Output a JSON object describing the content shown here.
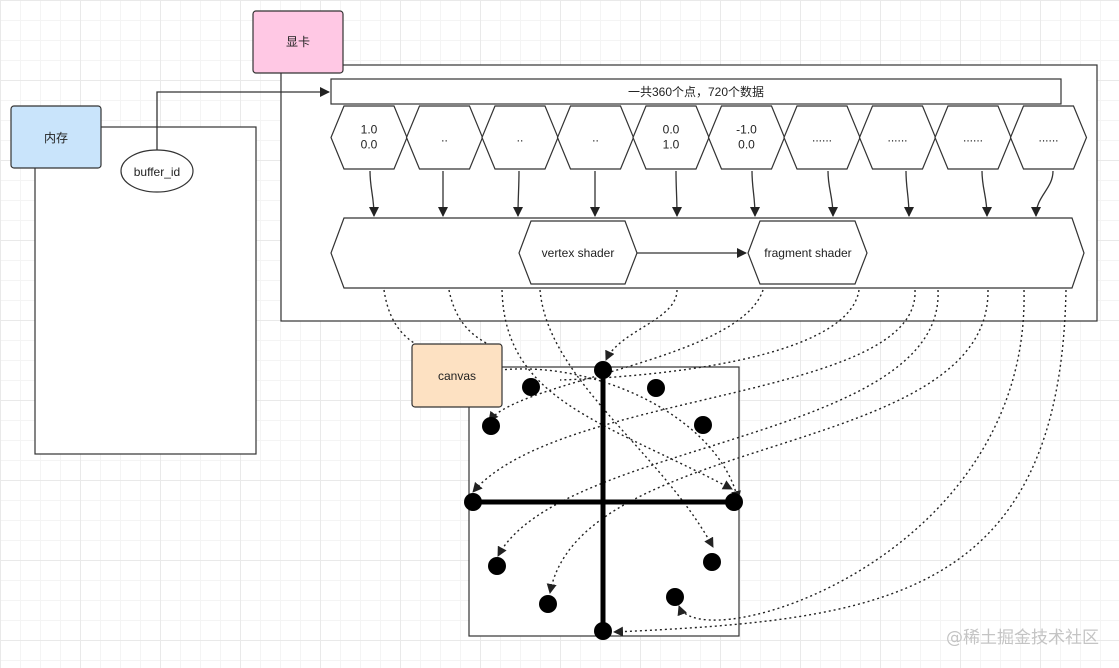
{
  "nodes": {
    "gpu": "显卡",
    "memory": "内存",
    "buffer": "buffer_id",
    "header": "一共360个点，720个数据",
    "vertex_shader": "vertex shader",
    "fragment_shader": "fragment shader",
    "canvas": "canvas"
  },
  "data_cells": [
    [
      "1.0",
      "0.0"
    ],
    [
      ".."
    ],
    [
      ".."
    ],
    [
      ".."
    ],
    [
      "0.0",
      "1.0"
    ],
    [
      "-1.0",
      "0.0"
    ],
    [
      "......"
    ],
    [
      "......"
    ],
    [
      "......"
    ],
    [
      "......"
    ]
  ],
  "colors": {
    "gpu": "#ffc8e4",
    "memory": "#c9e4fb",
    "canvas": "#fde1c2",
    "stroke": "#333333"
  },
  "watermark": "@稀土掘金技术社区"
}
